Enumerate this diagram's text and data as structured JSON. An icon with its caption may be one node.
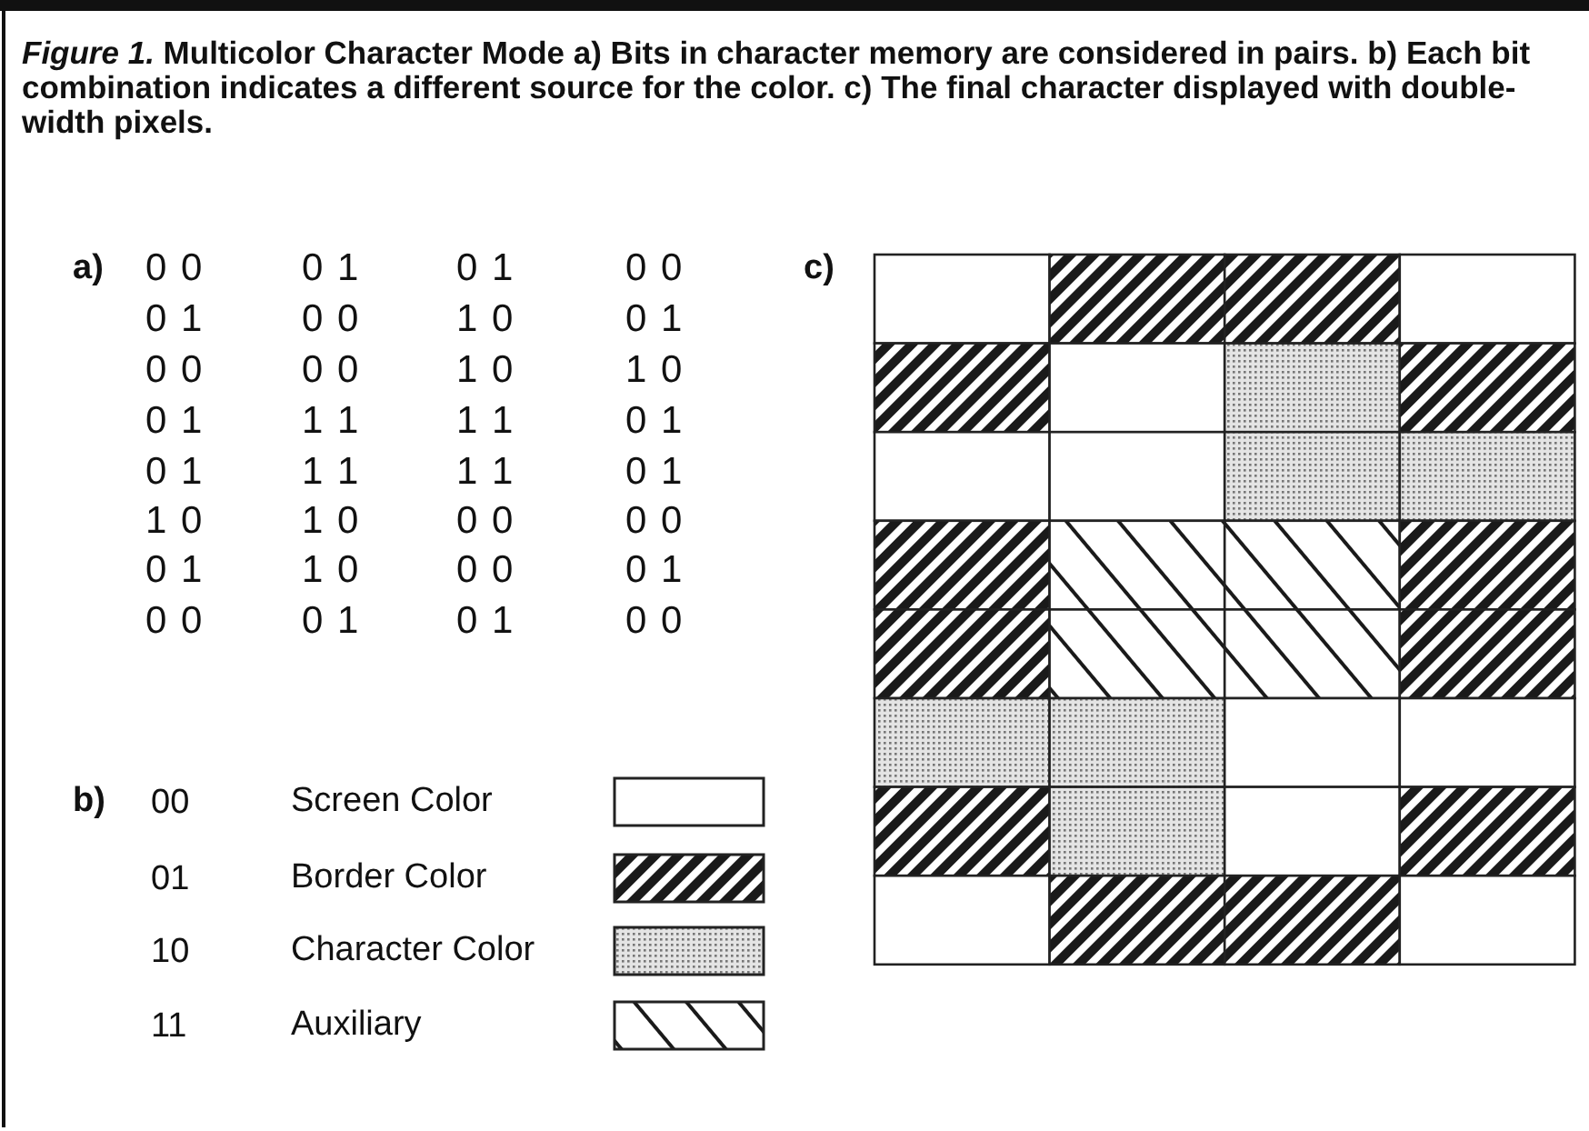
{
  "diagram": {
    "caption": "*Figure 1.* Multicolor Character Mode a) Bits in character memory are considered in pairs. b) Each bit combination indicates a different source for the color. c) The final character displayed with double-width pixels.",
    "labels": [
      "a)",
      "0 0",
      "0 1",
      "0 1",
      "0 0",
      "c)",
      "0 1",
      "0 0",
      "1 0",
      "0 1",
      "0 0",
      "0 0",
      "1 0",
      "1 0",
      "0 1",
      "1 1",
      "1 1",
      "0 1",
      "0 1",
      "1 1",
      "1 1",
      "0 1",
      "1 0",
      "1 0",
      "0 0",
      "0 0",
      "0 1",
      "1 0",
      "0 0",
      "0 1",
      "0 0",
      "0 1",
      "0 1",
      "0 0",
      "b)",
      "00",
      "01",
      "10",
      "11"
    ],
    "legend": [
      {
        "text": "Screen Color",
        "color": "#ffffff"
      },
      {
        "text": "Border Color"
      },
      {
        "text": "Character Color"
      },
      {
        "text": "Auxiliary"
      }
    ]
  }
}
